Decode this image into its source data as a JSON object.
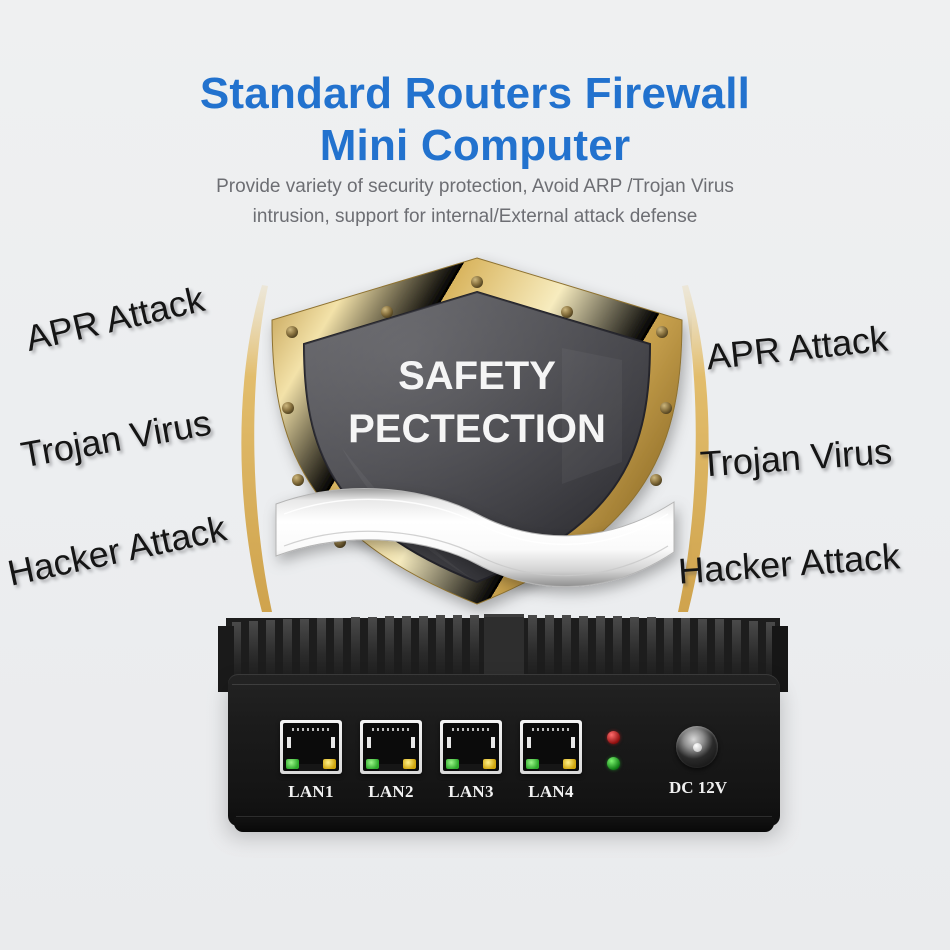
{
  "background_color": "#ecedef",
  "header": {
    "title_line1": "Standard Routers  Firewall",
    "title_line2": "Mini Computer",
    "title_color": "#2272ce",
    "subtitle_line1": "Provide variety of security protection, Avoid ARP /Trojan Virus",
    "subtitle_line2": "intrusion, support for internal/External attack defense",
    "subtitle_color": "#6d6e73"
  },
  "threat_labels": {
    "left": [
      "APR Attack",
      "Trojan Virus",
      "Hacker Attack"
    ],
    "right": [
      "APR Attack",
      "Trojan Virus",
      "Hacker Attack"
    ],
    "color": "#151515"
  },
  "shield": {
    "text_line1": "SAFETY",
    "text_line2": "PECTECTION",
    "text_color": "#f5f5f5",
    "border_color": "#e7c877",
    "face_color": "#4b4b50",
    "rivet_color": "#7a6236",
    "ribbon_color": "#f7f7f7"
  },
  "decor": {
    "arc_color": "#ddb863"
  },
  "device": {
    "ports": [
      {
        "label": "LAN1",
        "led_left": "#2faa2c",
        "led_right": "#cfa50d"
      },
      {
        "label": "LAN2",
        "led_left": "#2faa2c",
        "led_right": "#cfa50d"
      },
      {
        "label": "LAN3",
        "led_left": "#2faa2c",
        "led_right": "#cfa50d"
      },
      {
        "label": "LAN4",
        "led_left": "#2faa2c",
        "led_right": "#cfa50d"
      }
    ],
    "status_leds": [
      {
        "name": "power-led-red",
        "color": "#b01616"
      },
      {
        "name": "activity-led-green",
        "color": "#18a021"
      }
    ],
    "power_label": "DC 12V",
    "chassis_color": "#1a1a1a",
    "fin_count": 30
  }
}
